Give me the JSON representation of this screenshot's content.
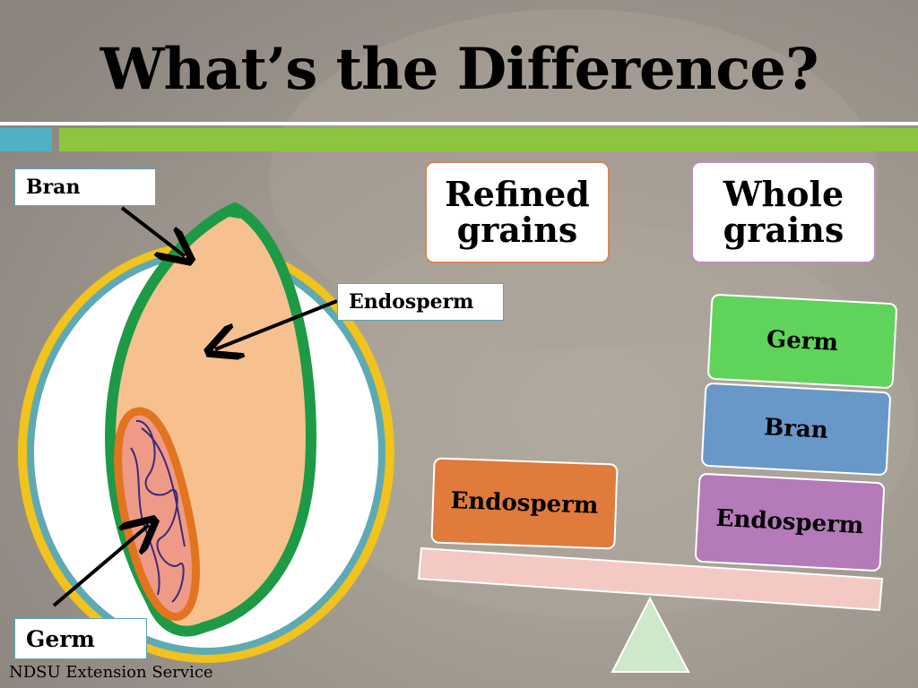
{
  "slide": {
    "title": "What’s the Difference?",
    "footer": "NDSU Extension Service"
  },
  "kernel_labels": {
    "bran": "Bran",
    "endosperm": "Endosperm",
    "germ": "Germ"
  },
  "columns": {
    "refined": "Refined grains",
    "whole": "Whole grains"
  },
  "scale": {
    "refined_blocks": [
      {
        "label": "Endosperm",
        "color": "#e07b3c"
      }
    ],
    "whole_blocks": [
      {
        "label": "Germ",
        "color": "#5fd35a"
      },
      {
        "label": "Bran",
        "color": "#6898c8"
      },
      {
        "label": "Endosperm",
        "color": "#b57ab9"
      }
    ]
  },
  "colors": {
    "bran_green": "#1e9a46",
    "endosperm_peach": "#f6c18e",
    "germ_pink": "#ee9a86",
    "germ_orange": "#e2741f",
    "ring_yellow": "#f1c31c",
    "ring_teal": "#5eaab4",
    "refined_border": "#d9865a",
    "whole_border": "#bf8cc6",
    "beam": "#f4c9c4",
    "fulcrum": "#cfe8cc"
  }
}
